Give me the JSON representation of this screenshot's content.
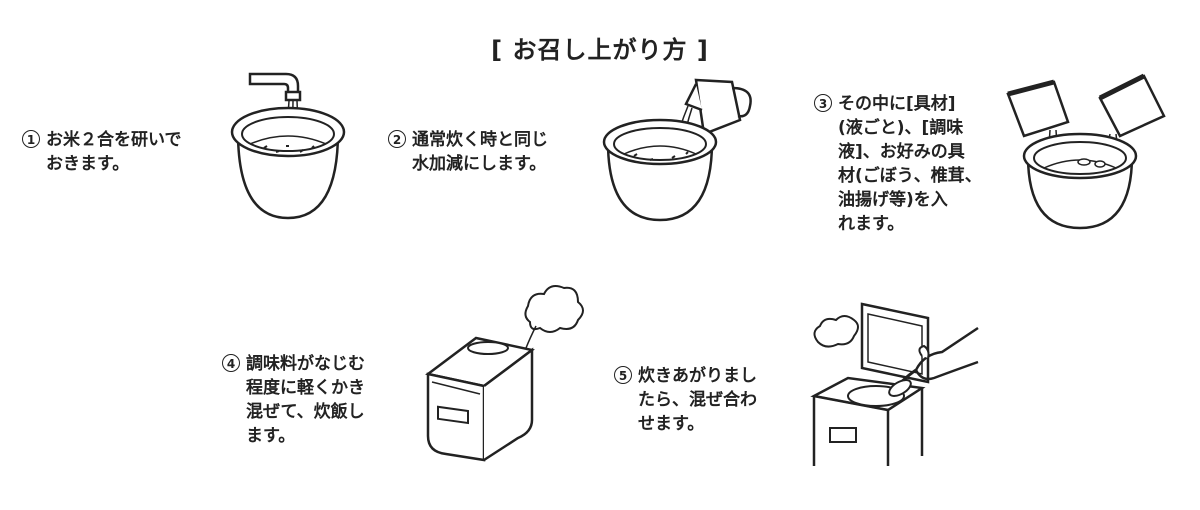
{
  "title": "[ お召し上がり方 ]",
  "steps": [
    {
      "num": "1",
      "lines": [
        "お米２合を研いで",
        "おきます。"
      ]
    },
    {
      "num": "2",
      "lines": [
        "通常炊く時と同じ",
        "水加減にします。"
      ]
    },
    {
      "num": "3",
      "lines": [
        "その中に[具材]",
        "(液ごと)、[調味",
        "液]、お好みの具",
        "材(ごぼう、椎茸、",
        "油揚げ等)を入",
        "れます。"
      ]
    },
    {
      "num": "4",
      "lines": [
        "調味料がなじむ",
        "程度に軽くかき",
        "混ぜて、炊飯し",
        "ます。"
      ]
    },
    {
      "num": "5",
      "lines": [
        "炊きあがりまし",
        "たら、混ぜ合わ",
        "せます。"
      ]
    }
  ]
}
